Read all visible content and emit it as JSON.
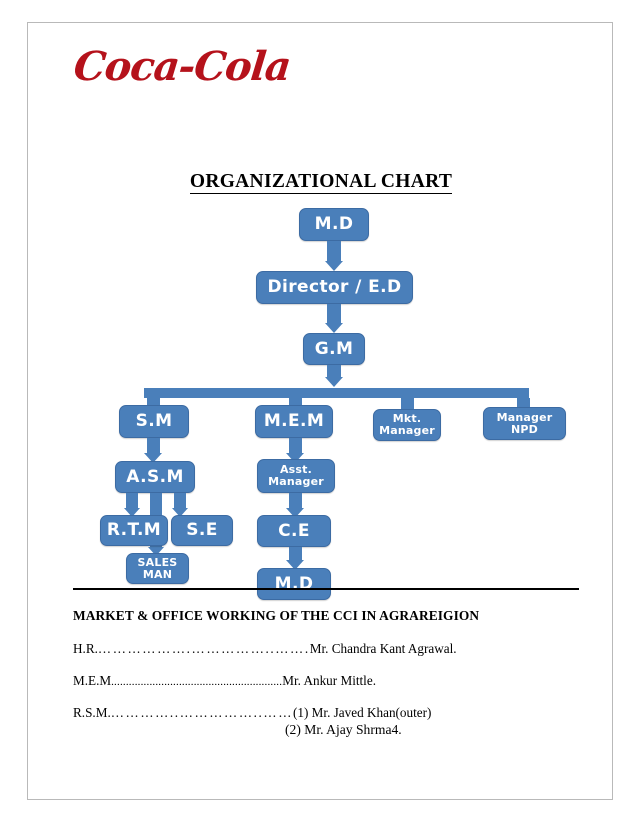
{
  "document": {
    "logo_text": "Coca-Cola",
    "brand_color": "#b5121b",
    "title": "ORGANIZATIONAL CHART"
  },
  "chart_data": {
    "type": "diagram",
    "title": "ORGANIZATIONAL CHART",
    "node_fill": "#4a7fba",
    "node_border": "#3c6ba3",
    "node_text_color": "#ffffff",
    "nodes": [
      {
        "id": "md-top",
        "label": "M.D",
        "level": 0
      },
      {
        "id": "director-ed",
        "label": "Director / E.D",
        "level": 1
      },
      {
        "id": "gm",
        "label": "G.M",
        "level": 2
      },
      {
        "id": "sm",
        "label": "S.M",
        "level": 3
      },
      {
        "id": "mem",
        "label": "M.E.M",
        "level": 3
      },
      {
        "id": "mkt-manager",
        "label": "Mkt. Manager",
        "level": 3
      },
      {
        "id": "manager-npd",
        "label": "Manager NPD",
        "level": 3
      },
      {
        "id": "asm",
        "label": "A.S.M",
        "level": 4
      },
      {
        "id": "asst-manager",
        "label": "Asst. Manager",
        "level": 4
      },
      {
        "id": "rtm",
        "label": "R.T.M",
        "level": 5
      },
      {
        "id": "se",
        "label": "S.E",
        "level": 5
      },
      {
        "id": "ce",
        "label": "C.E",
        "level": 5
      },
      {
        "id": "sales-man",
        "label": "SALES MAN",
        "level": 6
      },
      {
        "id": "md-bottom",
        "label": "M.D",
        "level": 6
      }
    ],
    "edges": [
      {
        "from": "md-top",
        "to": "director-ed"
      },
      {
        "from": "director-ed",
        "to": "gm"
      },
      {
        "from": "gm",
        "to": "sm"
      },
      {
        "from": "gm",
        "to": "mem"
      },
      {
        "from": "gm",
        "to": "mkt-manager"
      },
      {
        "from": "gm",
        "to": "manager-npd"
      },
      {
        "from": "sm",
        "to": "asm"
      },
      {
        "from": "mem",
        "to": "asst-manager"
      },
      {
        "from": "asm",
        "to": "rtm"
      },
      {
        "from": "asm",
        "to": "se"
      },
      {
        "from": "asm",
        "to": "sales-man"
      },
      {
        "from": "asst-manager",
        "to": "ce"
      },
      {
        "from": "ce",
        "to": "md-bottom"
      }
    ]
  },
  "nodes": {
    "md_top": "M.D",
    "director_ed": "Director / E.D",
    "gm": "G.M",
    "sm": "S.M",
    "mem": "M.E.M",
    "mkt_manager_line1": "Mkt.",
    "mkt_manager_line2": "Manager",
    "manager_npd_line1": "Manager",
    "manager_npd_line2": "NPD",
    "asm": "A.S.M",
    "asst_manager_line1": "Asst.",
    "asst_manager_line2": "Manager",
    "rtm": "R.T.M",
    "se": "S.E",
    "ce": "C.E",
    "sales_man_line1": "SALES",
    "sales_man_line2": "MAN",
    "md_bottom": "M.D"
  },
  "footer": {
    "heading": "MARKET & OFFICE WORKING OF THE CCI IN AGRAREIGION",
    "entries": [
      {
        "label": "H.R.",
        "dots": "……………….……………..…….",
        "value": "Mr. Chandra Kant Agrawal."
      },
      {
        "label": "M.E.M",
        "dots": "..........................................................",
        "value": "Mr. Ankur Mittle."
      },
      {
        "label": "R.S.M.",
        "dots": "…………..……………..……",
        "value": "(1) Mr. Javed Khan(outer)",
        "value2": "(2) Mr. Ajay Shrma4."
      }
    ]
  }
}
